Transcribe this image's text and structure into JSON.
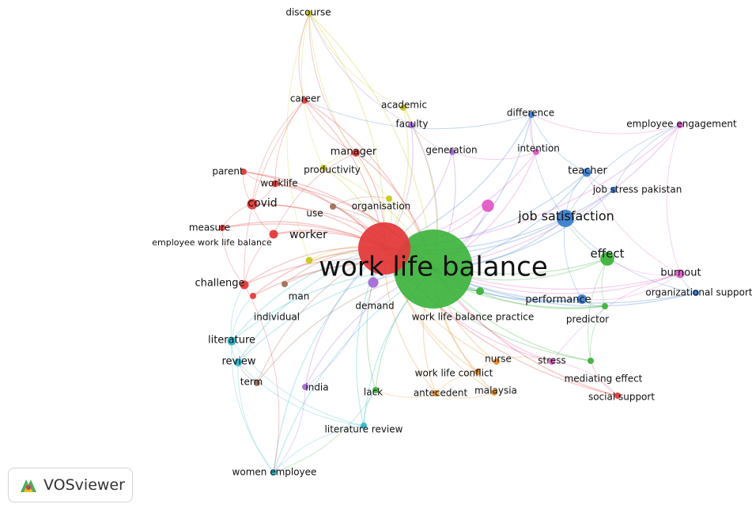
{
  "app": {
    "name": "VOSviewer",
    "logo_icon": "vosviewer-logo-icon"
  },
  "colors": {
    "red": "#e33b3b",
    "green": "#3db33d",
    "blue": "#3b7fd0",
    "yellow": "#c8c81e",
    "purple": "#a56bd6",
    "cyan": "#2fb9cc",
    "orange": "#e8902c",
    "brown": "#a0705a",
    "pink": "#e05bc6",
    "lightblue": "#8ec3ee"
  },
  "network": {
    "nodes": [
      {
        "id": "work life balance",
        "label": "work life balance",
        "cluster": "green",
        "weight": 100
      },
      {
        "id": "wlb-red",
        "label": "",
        "cluster": "red",
        "weight": 38
      },
      {
        "id": "job satisfaction",
        "label": "job satisfaction",
        "cluster": "blue",
        "weight": 20
      },
      {
        "id": "effect",
        "label": "effect",
        "cluster": "green",
        "weight": 16
      },
      {
        "id": "burnout",
        "label": "burnout",
        "cluster": "pink",
        "weight": 10
      },
      {
        "id": "organizational support",
        "label": "organizational support",
        "cluster": "blue",
        "weight": 6
      },
      {
        "id": "performance",
        "label": "performance",
        "cluster": "blue",
        "weight": 11
      },
      {
        "id": "predictor",
        "label": "predictor",
        "cluster": "green",
        "weight": 7
      },
      {
        "id": "work life balance practice",
        "label": "work life balance practice",
        "cluster": "green",
        "weight": 9
      },
      {
        "id": "teacher",
        "label": "teacher",
        "cluster": "blue",
        "weight": 10
      },
      {
        "id": "job stress pakistan",
        "label": "job stress pakistan",
        "cluster": "blue",
        "weight": 5
      },
      {
        "id": "employee engagement",
        "label": "employee engagement",
        "cluster": "pink",
        "weight": 6
      },
      {
        "id": "difference",
        "label": "difference",
        "cluster": "blue",
        "weight": 7
      },
      {
        "id": "intention",
        "label": "intention",
        "cluster": "pink",
        "weight": 5
      },
      {
        "id": "generation",
        "label": "generation",
        "cluster": "purple",
        "weight": 5
      },
      {
        "id": "academic",
        "label": "academic",
        "cluster": "yellow",
        "weight": 5
      },
      {
        "id": "faculty",
        "label": "faculty",
        "cluster": "purple",
        "weight": 7
      },
      {
        "id": "discourse",
        "label": "discourse",
        "cluster": "yellow",
        "weight": 6
      },
      {
        "id": "career",
        "label": "career",
        "cluster": "red",
        "weight": 7
      },
      {
        "id": "manager",
        "label": "manager",
        "cluster": "red",
        "weight": 9
      },
      {
        "id": "productivity",
        "label": "productivity",
        "cluster": "yellow",
        "weight": 6
      },
      {
        "id": "parent",
        "label": "parent",
        "cluster": "red",
        "weight": 5
      },
      {
        "id": "worklife",
        "label": "worklife",
        "cluster": "red",
        "weight": 8
      },
      {
        "id": "covid",
        "label": "covid",
        "cluster": "red",
        "weight": 12
      },
      {
        "id": "organisation",
        "label": "organisation",
        "cluster": "yellow",
        "weight": 7
      },
      {
        "id": "use",
        "label": "use",
        "cluster": "brown",
        "weight": 5
      },
      {
        "id": "measure",
        "label": "measure",
        "cluster": "red",
        "weight": 6
      },
      {
        "id": "worker",
        "label": "worker",
        "cluster": "red",
        "weight": 10
      },
      {
        "id": "employee work life balance",
        "label": "employee work life balance",
        "cluster": "yellow",
        "weight": 8
      },
      {
        "id": "challenge",
        "label": "challenge",
        "cluster": "red",
        "weight": 10
      },
      {
        "id": "man",
        "label": "man",
        "cluster": "brown",
        "weight": 5
      },
      {
        "id": "demand",
        "label": "demand",
        "cluster": "purple",
        "weight": 12
      },
      {
        "id": "individual",
        "label": "individual",
        "cluster": "red",
        "weight": 6
      },
      {
        "id": "literature",
        "label": "literature",
        "cluster": "cyan",
        "weight": 10
      },
      {
        "id": "review",
        "label": "review",
        "cluster": "cyan",
        "weight": 9
      },
      {
        "id": "term",
        "label": "term",
        "cluster": "brown",
        "weight": 6
      },
      {
        "id": "india",
        "label": "india",
        "cluster": "purple",
        "weight": 6
      },
      {
        "id": "lack",
        "label": "lack",
        "cluster": "green",
        "weight": 6
      },
      {
        "id": "work life conflict",
        "label": "work life conflict",
        "cluster": "orange",
        "weight": 7
      },
      {
        "id": "antecedent",
        "label": "antecedent",
        "cluster": "orange",
        "weight": 6
      },
      {
        "id": "malaysia",
        "label": "malaysia",
        "cluster": "orange",
        "weight": 5
      },
      {
        "id": "nurse",
        "label": "nurse",
        "cluster": "orange",
        "weight": 7
      },
      {
        "id": "stress",
        "label": "stress",
        "cluster": "pink",
        "weight": 6
      },
      {
        "id": "mediating effect",
        "label": "mediating effect",
        "cluster": "green",
        "weight": 6
      },
      {
        "id": "social support",
        "label": "social support",
        "cluster": "red",
        "weight": 5
      },
      {
        "id": "literature review",
        "label": "literature review",
        "cluster": "cyan",
        "weight": 6
      },
      {
        "id": "women employee",
        "label": "women employee",
        "cluster": "cyan",
        "weight": 7
      },
      {
        "id": "pink-big",
        "label": "",
        "cluster": "pink",
        "weight": 14
      }
    ]
  }
}
